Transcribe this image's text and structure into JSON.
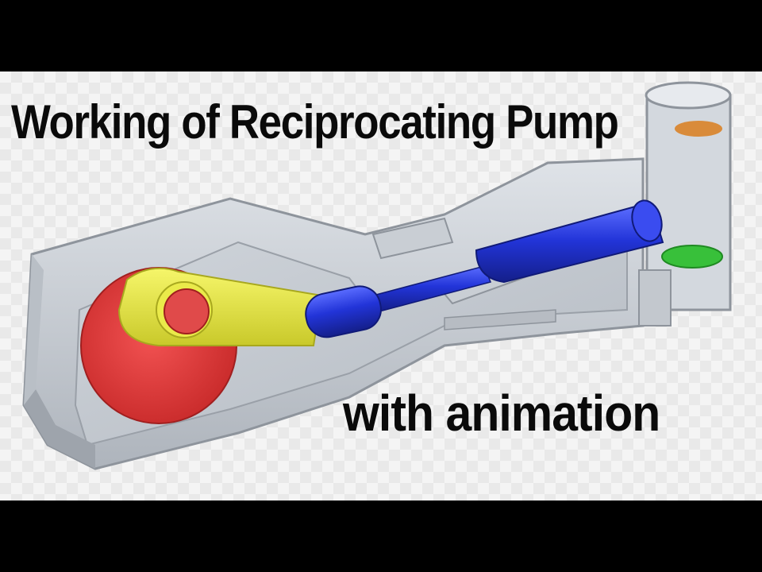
{
  "title": "Working of Reciprocating Pump",
  "subtitle": "with animation",
  "colors": {
    "letterbox": "#000000",
    "background": "#f4f4f4",
    "casing": "#c7ccd3",
    "casing_dark": "#8e949c",
    "crank_disc": "#e23b3b",
    "crank_arm": "#e8e83a",
    "piston_rod": "#2234d8",
    "valve": "#38c03a",
    "text": "#0a0a0a"
  },
  "parts": [
    "pump-casing",
    "crank-disc",
    "crank-arm",
    "connecting-rod",
    "piston",
    "valve",
    "outlet-pipe"
  ]
}
